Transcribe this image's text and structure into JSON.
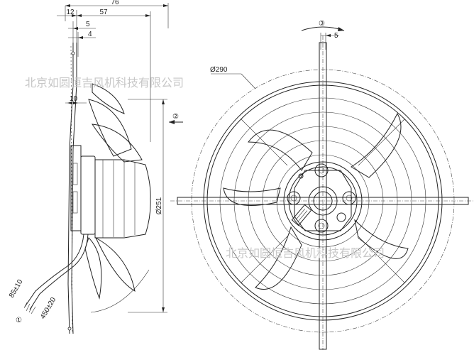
{
  "watermark": {
    "text": "北京如圆恒吉风机科技有限公司",
    "color": "#c7c7c7"
  },
  "side_view": {
    "dim_overall": "76",
    "dim_depth": "57",
    "dim_flange": "12",
    "dim_offset_5": "5",
    "dim_offset_4": "4",
    "dim_offset_10": "10",
    "dim_dia_hub": "Ø251",
    "cable_label_1": "85±10",
    "cable_label_2": "450±20",
    "callout_1": "①",
    "callout_2": "②"
  },
  "front_view": {
    "dim_guard_dia": "Ø290",
    "rotation_callout": "③",
    "dim_five": "5"
  }
}
